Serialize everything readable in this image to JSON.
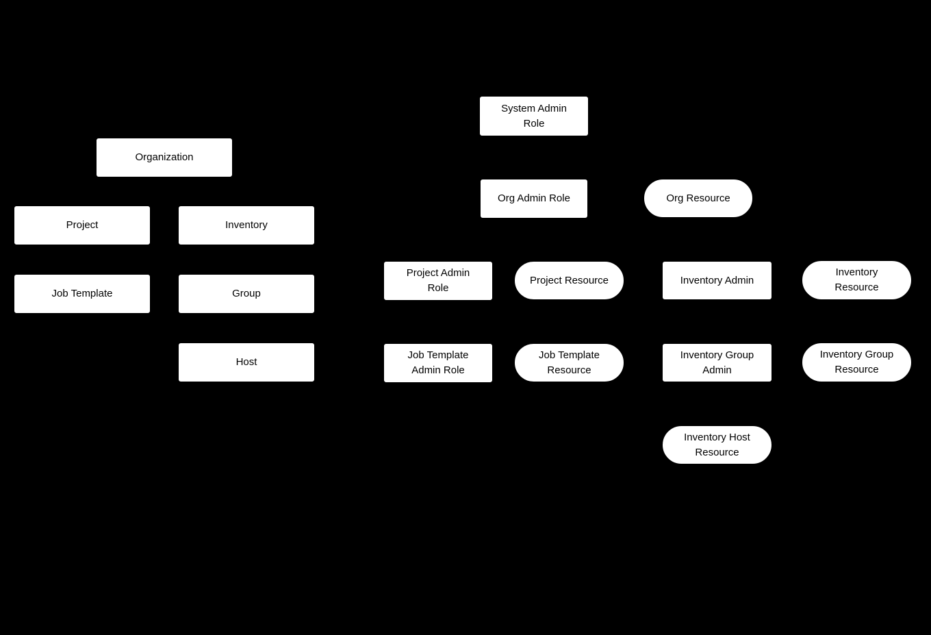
{
  "diagram": {
    "colors": {
      "background": "#000000",
      "node_fill": "#ffffff",
      "node_text": "#000000"
    },
    "shapes_legend": {
      "rectangle": "entity / role node",
      "stadium": "resource node"
    },
    "nodes": [
      {
        "id": "organization",
        "shape": "rectangle",
        "label": "Organization"
      },
      {
        "id": "project",
        "shape": "rectangle",
        "label": "Project"
      },
      {
        "id": "inventory",
        "shape": "rectangle",
        "label": "Inventory"
      },
      {
        "id": "job-template",
        "shape": "rectangle",
        "label": "Job Template"
      },
      {
        "id": "group",
        "shape": "rectangle",
        "label": "Group"
      },
      {
        "id": "host",
        "shape": "rectangle",
        "label": "Host"
      },
      {
        "id": "system-admin-role",
        "shape": "rectangle",
        "label": "System Admin\nRole"
      },
      {
        "id": "org-admin-role",
        "shape": "rectangle",
        "label": "Org Admin Role"
      },
      {
        "id": "org-resource",
        "shape": "stadium",
        "label": "Org Resource"
      },
      {
        "id": "project-admin-role",
        "shape": "rectangle",
        "label": "Project Admin\nRole"
      },
      {
        "id": "project-resource",
        "shape": "stadium",
        "label": "Project Resource"
      },
      {
        "id": "inventory-admin",
        "shape": "rectangle",
        "label": "Inventory Admin"
      },
      {
        "id": "inventory-resource",
        "shape": "stadium",
        "label": "Inventory\nResource"
      },
      {
        "id": "job-template-admin-role",
        "shape": "rectangle",
        "label": "Job Template\nAdmin Role"
      },
      {
        "id": "job-template-resource",
        "shape": "stadium",
        "label": "Job Template\nResource"
      },
      {
        "id": "inventory-group-admin",
        "shape": "rectangle",
        "label": "Inventory Group\nAdmin"
      },
      {
        "id": "inventory-group-resource",
        "shape": "stadium",
        "label": "Inventory Group\nResource"
      },
      {
        "id": "inventory-host-resource",
        "shape": "stadium",
        "label": "Inventory Host\nResource"
      }
    ]
  }
}
